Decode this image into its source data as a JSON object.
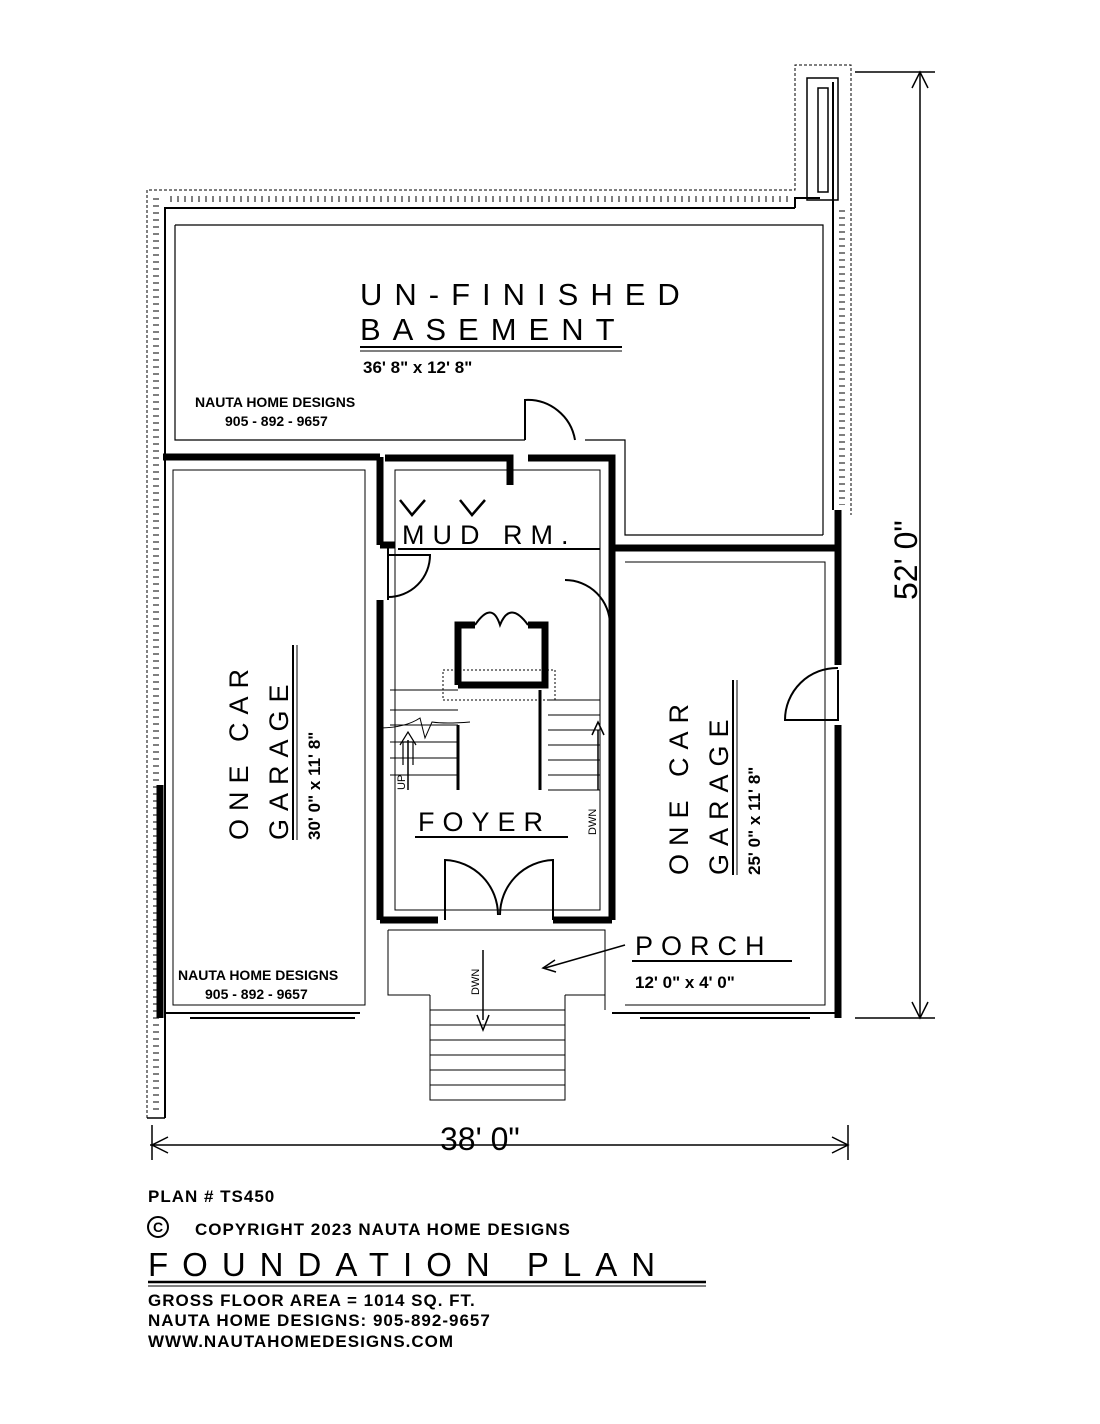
{
  "rooms": {
    "basement_line1": "UN-FINISHED",
    "basement_line2": "BASEMENT",
    "basement_size": "36' 8\" x 12' 8\"",
    "mud_room": "MUD RM.",
    "foyer": "FOYER",
    "left_garage_line1": "ONE CAR",
    "left_garage_line2": "GARAGE",
    "left_garage_size": "30' 0\" x 11' 8\"",
    "right_garage_line1": "ONE CAR",
    "right_garage_line2": "GARAGE",
    "right_garage_size": "25' 0\" x 11' 8\"",
    "porch": "PORCH",
    "porch_size": "12' 0\" x 4' 0\""
  },
  "stairs": {
    "up": "UP",
    "down_foyer": "DWN",
    "down_porch": "DWN"
  },
  "watermarks": [
    {
      "name": "NAUTA HOME DESIGNS",
      "phone": "905 - 892 - 9657"
    },
    {
      "name": "NAUTA HOME DESIGNS",
      "phone": "905 - 892 - 9657"
    }
  ],
  "dimensions": {
    "overall_width": "38' 0\"",
    "overall_depth": "52' 0\""
  },
  "footer": {
    "plan_number": "PLAN # TS450",
    "copyright_symbol": "C",
    "copyright": "COPYRIGHT 2023 NAUTA HOME DESIGNS",
    "title": "FOUNDATION PLAN",
    "gross_area": "GROSS FLOOR AREA = 1014 SQ. FT.",
    "phone_line": "NAUTA HOME DESIGNS: 905-892-9657",
    "website": "WWW.NAUTAHOMEDESIGNS.COM"
  }
}
